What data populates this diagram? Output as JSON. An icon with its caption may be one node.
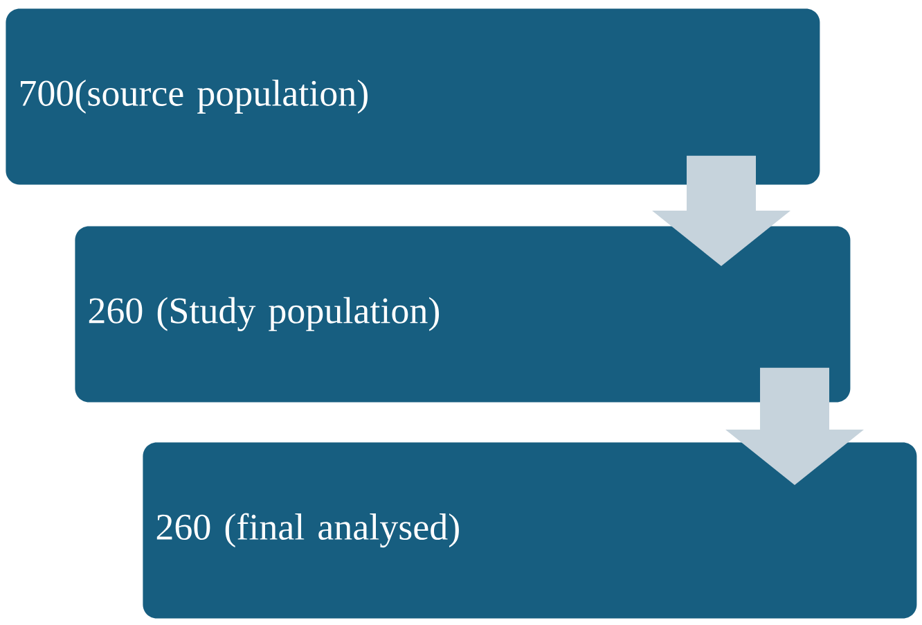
{
  "diagram": {
    "nodes": [
      {
        "text": [
          "700(source population)"
        ]
      },
      {
        "text": [
          "260 (Study population)"
        ]
      },
      {
        "text": [
          "260 (final analysed)"
        ]
      }
    ],
    "edges": [
      {
        "from": 0,
        "to": 1,
        "arrow": "to"
      },
      {
        "from": 1,
        "to": 2,
        "arrow": "to"
      }
    ]
  }
}
